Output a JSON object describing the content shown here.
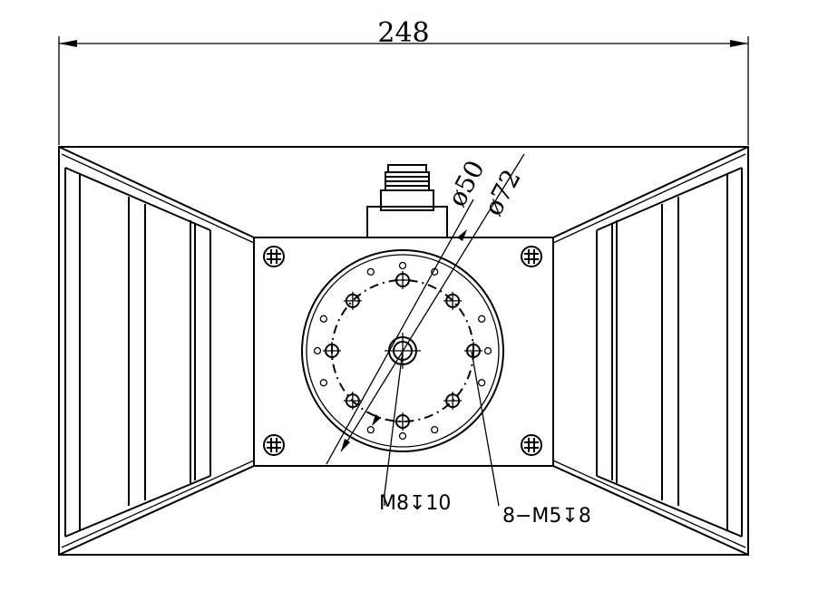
{
  "drawing": {
    "overall_width": "248",
    "dim_inner_circle": "ø50",
    "dim_outer_circle": "ø72",
    "center_hole_callout": "M8↧10",
    "bolt_holes_callout": "8−M5↧8"
  },
  "colors": {
    "line": "#000000",
    "background": "#ffffff"
  }
}
